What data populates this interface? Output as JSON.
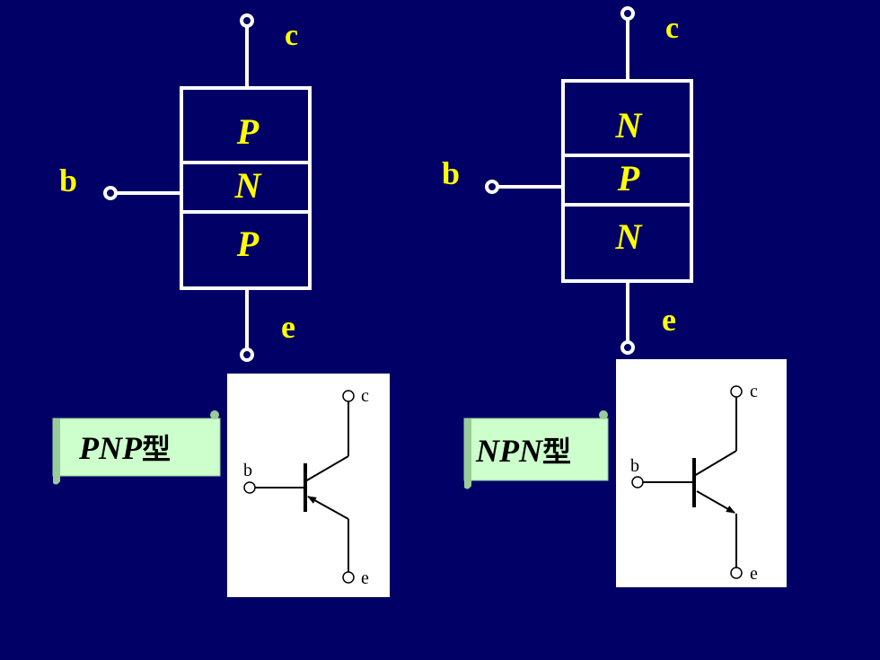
{
  "colors": {
    "background": "#000066",
    "label": "#ffff00",
    "line": "#ffffff",
    "scroll_fill": "#ccffcc"
  },
  "pnp": {
    "terminal_c": "c",
    "terminal_b": "b",
    "terminal_e": "e",
    "layers": [
      "P",
      "N",
      "P"
    ],
    "type_label_letters": "PNP",
    "type_label_suffix": "型",
    "symbol": {
      "c": "c",
      "b": "b",
      "e": "e"
    }
  },
  "npn": {
    "terminal_c": "c",
    "terminal_b": "b",
    "terminal_e": "e",
    "layers": [
      "N",
      "P",
      "N"
    ],
    "type_label_letters": "NPN",
    "type_label_suffix": "型",
    "symbol": {
      "c": "c",
      "b": "b",
      "e": "e"
    }
  }
}
